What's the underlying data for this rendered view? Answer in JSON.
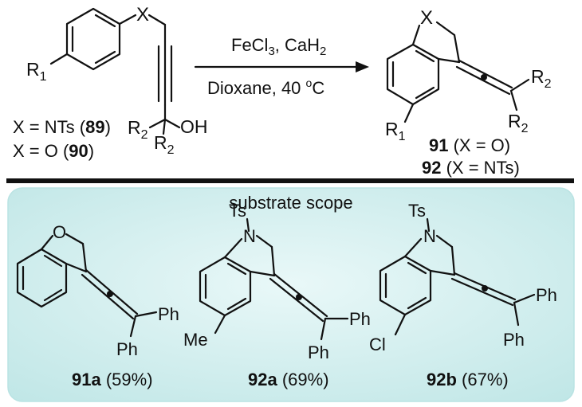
{
  "reaction": {
    "x_atom": "X",
    "r1": "R",
    "r1_sub": "1",
    "r2": "R",
    "r2_sub": "2",
    "oh": "OH",
    "reagents": "FeCl",
    "reagents_sub": "3",
    "reagents_tail": ", CaH",
    "reagents_tail_sub": "2",
    "conditions": "Dioxane, 40 ",
    "conditions_sup": "o",
    "conditions_unit": "C",
    "sm_label_1_pre": "X = NTs (",
    "sm_label_1_num": "89",
    "sm_label_1_post": ")",
    "sm_label_2_pre": "X = O (",
    "sm_label_2_num": "90",
    "sm_label_2_post": ")",
    "prod_label_1_num": "91",
    "prod_label_1_post": " (X = O)",
    "prod_label_2_num": "92",
    "prod_label_2_post": " (X = NTs)"
  },
  "scope": {
    "title": "substrate scope",
    "o": "O",
    "n": "N",
    "ts": "Ts",
    "ph": "Ph",
    "me": "Me",
    "cl": "Cl",
    "items": [
      {
        "id": "91a",
        "yield": " (59%)"
      },
      {
        "id": "92a",
        "yield": " (69%)"
      },
      {
        "id": "92b",
        "yield": " (67%)"
      }
    ]
  },
  "colors": {
    "panel_fill": "#d4efef",
    "panel_edge": "#b9e3e3",
    "ink": "#111111"
  }
}
